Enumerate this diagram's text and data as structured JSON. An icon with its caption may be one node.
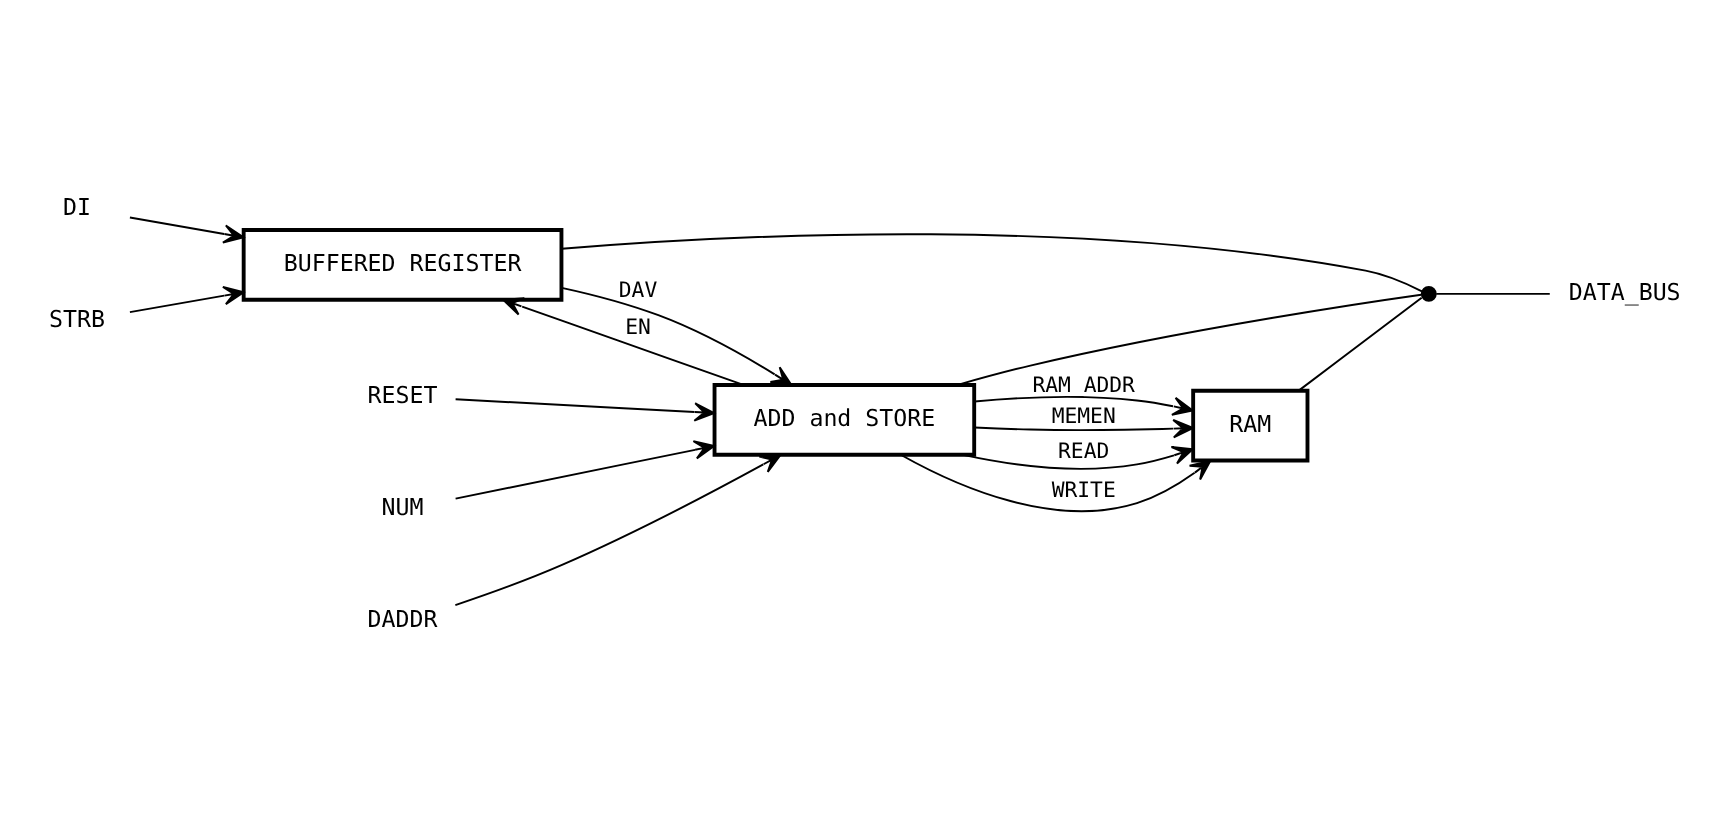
{
  "diagram": {
    "nodes": [
      {
        "text": [
          "DI"
        ]
      },
      {
        "text": [
          "BUFFERED REGISTER"
        ]
      },
      {
        "text": [
          "STRB"
        ]
      },
      {
        "text": [
          "RESET"
        ]
      },
      {
        "text": [
          "NUM"
        ]
      },
      {
        "text": [
          "DADDR"
        ]
      },
      {
        "text": [
          "ADD and STORE"
        ]
      },
      {
        "text": [],
        "shape": "circle"
      },
      {
        "text": [
          "DATA_BUS"
        ]
      },
      {
        "text": [
          "RAM"
        ]
      }
    ],
    "edges": [
      {
        "from": 0,
        "to": 1,
        "arrow": "to"
      },
      {
        "from": 2,
        "to": 1,
        "arrow": "to"
      },
      {
        "from": 3,
        "to": 6,
        "arrow": "to"
      },
      {
        "from": 4,
        "to": 6,
        "arrow": "to"
      },
      {
        "from": 5,
        "to": 6,
        "arrow": "to"
      },
      {
        "from": 6,
        "to": 1,
        "arrow": "to",
        "label": "EN"
      },
      {
        "from": 1,
        "to": 6,
        "arrow": "to",
        "label": "DAV"
      },
      {
        "from": 6,
        "to": 7,
        "arrow": "none"
      },
      {
        "from": 1,
        "to": 7,
        "arrow": "none"
      },
      {
        "from": 9,
        "to": 7,
        "arrow": "none"
      },
      {
        "from": 7,
        "to": 8,
        "arrow": "none"
      },
      {
        "from": 6,
        "to": 9,
        "arrow": "to",
        "label": "RAM_ADDR"
      },
      {
        "from": 6,
        "to": 9,
        "arrow": "to",
        "label": "MEMEN"
      },
      {
        "from": 6,
        "to": 9,
        "arrow": "to",
        "label": "READ"
      },
      {
        "from": 6,
        "to": 9,
        "arrow": "to",
        "label": "WRITE"
      }
    ]
  }
}
